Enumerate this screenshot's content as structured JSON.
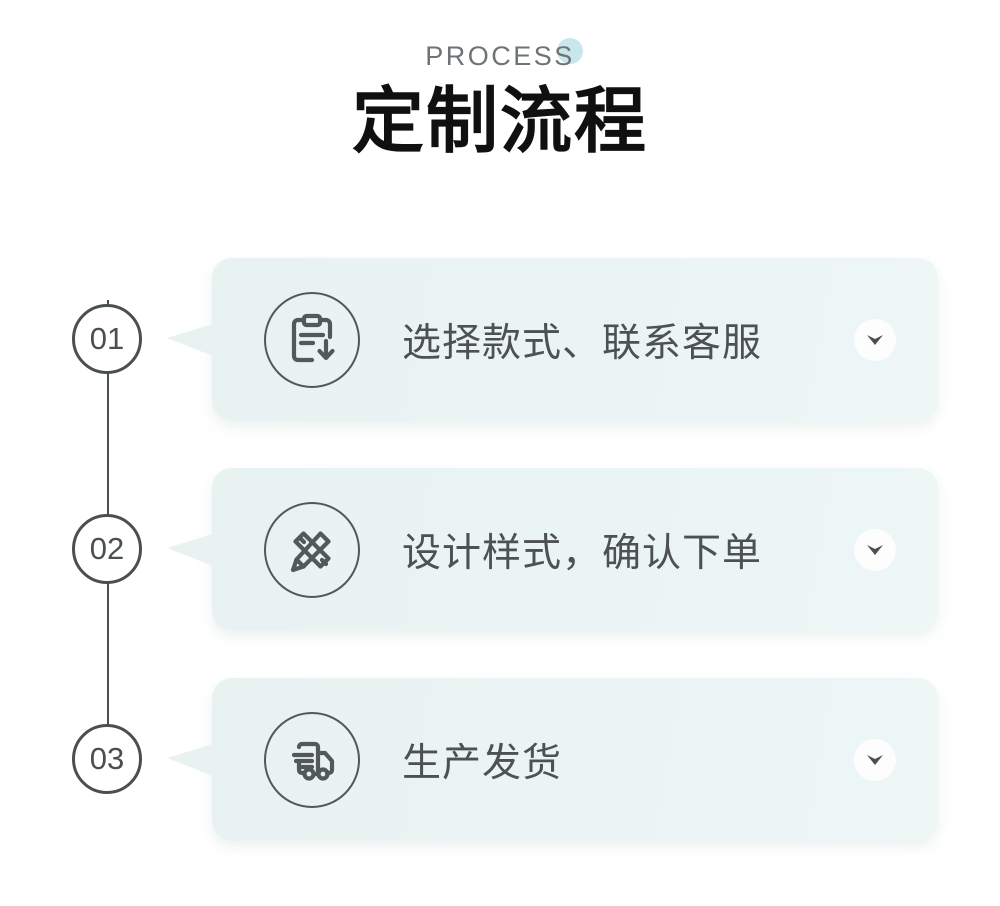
{
  "header": {
    "eyebrow": "PROCESS",
    "eyebrow_dot_color": "#c6e4ec",
    "title": "定制流程"
  },
  "theme": {
    "card_bg_start": "#e7f2f1",
    "card_bg_end": "#eef6f6",
    "ink": "#4d5153",
    "rail_color": "#4a4f50",
    "page_bg": "#ffffff"
  },
  "steps": [
    {
      "number": "01",
      "label": "选择款式、联系客服",
      "icon": "clipboard-download-icon",
      "chevron": "chevron-down-icon"
    },
    {
      "number": "02",
      "label": "设计样式，确认下单",
      "icon": "pencil-ruler-icon",
      "chevron": "chevron-down-icon"
    },
    {
      "number": "03",
      "label": "生产发货",
      "icon": "delivery-truck-icon",
      "chevron": "chevron-down-icon"
    }
  ]
}
